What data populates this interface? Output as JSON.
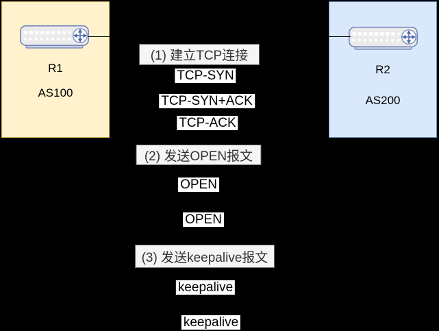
{
  "diagram": {
    "background_color": "#000000",
    "routers": [
      {
        "label": "R1",
        "as_label": "AS100",
        "zone_fill": "#FFF2CC",
        "zone_stroke": "#D6B656",
        "icon": "router-switch-icon"
      },
      {
        "label": "R2",
        "as_label": "AS200",
        "zone_fill": "#DAE8FC",
        "zone_stroke": "#6C8EBF",
        "icon": "router-switch-icon"
      }
    ],
    "link": {
      "type": "line",
      "color": "#000000"
    },
    "steps": [
      {
        "title": "(1) 建立TCP连接",
        "messages": [
          "TCP-SYN",
          "TCP-SYN+ACK",
          "TCP-ACK"
        ]
      },
      {
        "title": "(2) 发送OPEN报文",
        "messages": [
          "OPEN",
          "OPEN"
        ]
      },
      {
        "title": "(3) 发送keepalive报文",
        "messages": [
          "keepalive",
          "keepalive"
        ]
      }
    ],
    "colors": {
      "step_box_fill": "#F5F5F5",
      "step_box_stroke": "#666666",
      "step_text": "#333333",
      "message_bg": "#FFFFFF",
      "message_text": "#000000",
      "router_icon_stroke": "#6E82B8",
      "router_icon_fill": "#EBEBEB",
      "router_arrow_color": "#4E69AD"
    }
  }
}
